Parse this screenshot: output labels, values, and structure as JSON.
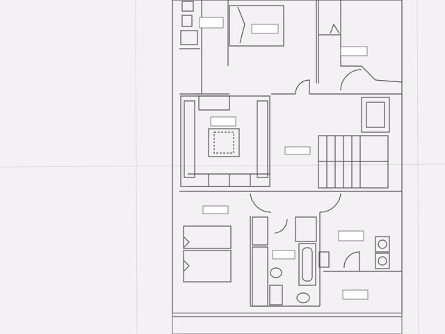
{
  "document": {
    "kind": "scanned floor plan",
    "paper_color": "#f3f1f3",
    "line_color": "#555555",
    "fold_line_color": "#dcd8dc"
  },
  "rooms": [
    {
      "id": "bedroom-top-left"
    },
    {
      "id": "bedroom-top-right"
    },
    {
      "id": "bathroom-top"
    },
    {
      "id": "dressing-room"
    },
    {
      "id": "hallway"
    },
    {
      "id": "staircase"
    },
    {
      "id": "bedroom-bottom-left"
    },
    {
      "id": "bathroom-bottom"
    },
    {
      "id": "laundry"
    },
    {
      "id": "terrace"
    }
  ]
}
